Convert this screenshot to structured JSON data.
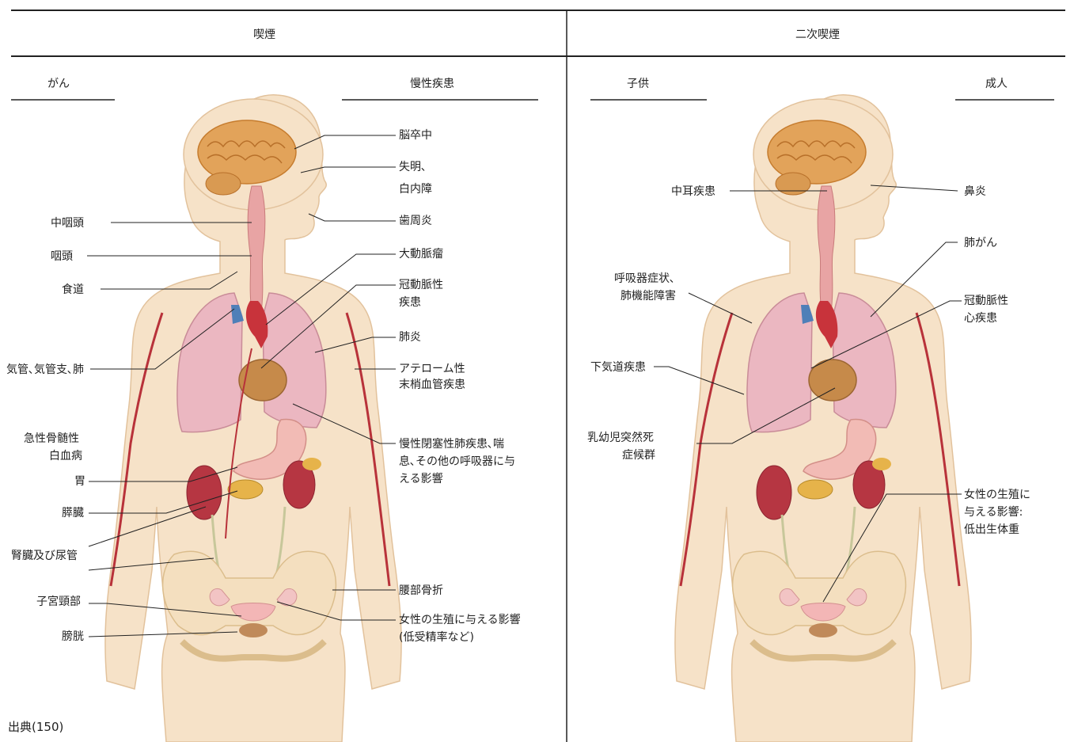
{
  "headers": {
    "smoking": "喫煙",
    "secondhand": "二次喫煙"
  },
  "subheaders": {
    "cancer": "がん",
    "chronic": "慢性疾患",
    "children": "子供",
    "adults": "成人"
  },
  "left_labels": {
    "oropharynx": "中咽頭",
    "larynx": "咽頭",
    "esophagus": "食道",
    "trachea": "気管､気管支､肺",
    "aml_1": "急性骨髄性",
    "aml_2": "白血病",
    "stomach": "胃",
    "pancreas": "膵臓",
    "kidney": "腎臓及び尿管",
    "cervix": "子宮頸部",
    "bladder": "膀胱"
  },
  "right_labels": {
    "stroke": "脳卒中",
    "blind_1": "失明､",
    "blind_2": "白内障",
    "periodontitis": "歯周炎",
    "aneurysm": "大動脈瘤",
    "chd_1": "冠動脈性",
    "chd_2": "疾患",
    "pneumonia": "肺炎",
    "pad_1": "アテローム性",
    "pad_2": "末梢血管疾患",
    "copd_1": "慢性閉塞性肺疾患､喘",
    "copd_2": "息､その他の呼吸器に与",
    "copd_3": "える影響",
    "hip": "腰部骨折",
    "repro_1": "女性の生殖に与える影響",
    "repro_2": "(低受精率など)"
  },
  "child_labels": {
    "middle_ear": "中耳疾患",
    "resp_1": "呼吸器症状､",
    "resp_2": "肺機能障害",
    "lower_resp": "下気道疾患",
    "sids_1": "乳幼児突然死",
    "sids_2": "症候群"
  },
  "adult_labels": {
    "nasal": "鼻炎",
    "lung_cancer": "肺がん",
    "chd_1": "冠動脈性",
    "chd_2": "心疾患",
    "repro_1": "女性の生殖に",
    "repro_2": "与える影響:",
    "repro_3": "低出生体重"
  },
  "source": "出典(150)",
  "colors": {
    "skin": "#f6e2c8",
    "skin_edge": "#e8c9a5",
    "lung": "#e9b3bd",
    "artery": "#b8323a",
    "brain": "#e0a45c",
    "rule": "#222222"
  }
}
